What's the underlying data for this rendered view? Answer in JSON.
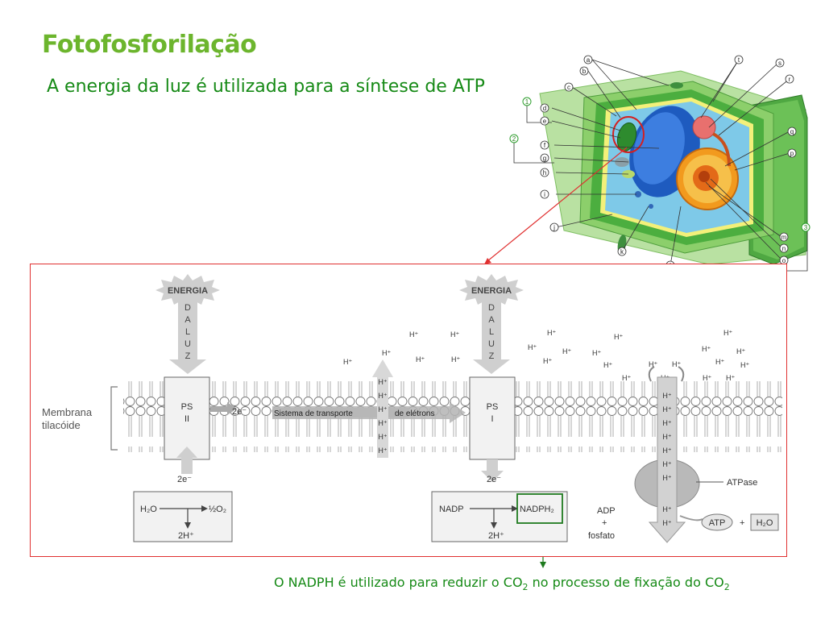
{
  "slide": {
    "title": "Fotofosforilação",
    "subtitle": "A energia da luz é utilizada para a síntese de ATP",
    "caption_parts": [
      "O NADPH é utilizado para reduzir o CO",
      "2",
      " no processo de fixação do CO",
      "2"
    ]
  },
  "cell_figure": {
    "letters": [
      "a",
      "b",
      "c",
      "d",
      "e",
      "f",
      "g",
      "h",
      "i",
      "j",
      "k",
      "l",
      "m",
      "n",
      "o",
      "p",
      "q",
      "r",
      "s",
      "t"
    ],
    "numbers": [
      "1",
      "2",
      "3"
    ]
  },
  "diagram": {
    "energy_left": "ENERGIA",
    "energy_right": "ENERGIA",
    "da_luz_left": [
      "D",
      "A",
      "L",
      "U",
      "Z"
    ],
    "da_luz_right": [
      "D",
      "A",
      "L",
      "U",
      "Z"
    ],
    "membrane_label_1": "Membrana",
    "membrane_label_2": "tilacóide",
    "ps2_line1": "PS",
    "ps2_line2": "II",
    "ps1_line1": "PS",
    "ps1_line2": "I",
    "e_label_mid": "2e⁻",
    "e_label_ps2_below": "2e⁻",
    "e_label_ps1_below": "2e⁻",
    "transport_1": "Sistema de transporte",
    "transport_2": "de elétrons",
    "water": "H₂O",
    "oxygen": "½O₂",
    "protons_left": "2H⁺",
    "nadp": "NADP",
    "nadph": "NADPH₂",
    "protons_right": "2H⁺",
    "adp": "ADP",
    "plus": "+",
    "fosfato": "fosfato",
    "atpase": "ATPase",
    "atp": "ATP",
    "plus2": "+",
    "h2o_out": "H₂O",
    "h_ion": "H⁺"
  }
}
